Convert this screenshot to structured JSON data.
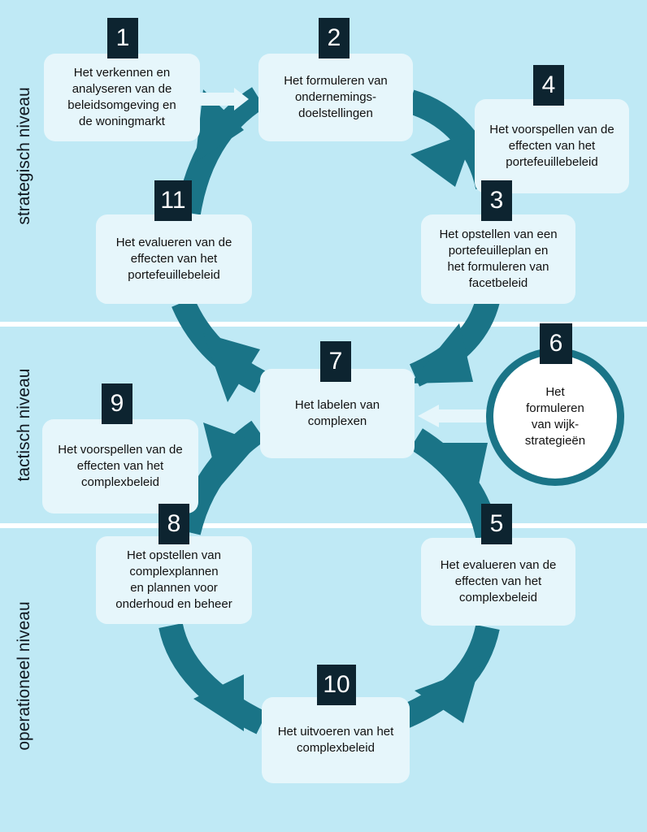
{
  "levels": [
    {
      "label": "strategisch niveau"
    },
    {
      "label": "tactisch niveau"
    },
    {
      "label": "operationeel niveau"
    }
  ],
  "steps": [
    {
      "number": "1",
      "text": "Het verkennen en\nanalyseren van de\nbeleidsomgeving  en\nde woningmarkt"
    },
    {
      "number": "2",
      "text": "Het formuleren van\nondernemings-\ndoelstellingen"
    },
    {
      "number": "3",
      "text": "Het opstellen van een\nportefeuilleplan en\nhet formuleren van\nfacetbeleid"
    },
    {
      "number": "4",
      "text": "Het voorspellen van de\neffecten van het\nportefeuillebeleid"
    },
    {
      "number": "5",
      "text": "Het evalueren van de\neffecten van het\ncomplexbeleid"
    },
    {
      "number": "6",
      "text": "Het\nformuleren\nvan wijk-\nstrategieën"
    },
    {
      "number": "7",
      "text": "Het labelen van\ncomplexen"
    },
    {
      "number": "8",
      "text": "Het opstellen van\ncomplexplannen\nen plannen voor\nonderhoud en beheer"
    },
    {
      "number": "9",
      "text": "Het voorspellen van de\neffecten van het\ncomplexbeleid"
    },
    {
      "number": "10",
      "text": "Het uitvoeren van het\ncomplexbeleid"
    },
    {
      "number": "11",
      "text": "Het evalueren van de\neffecten van het\nportefeuillebeleid"
    }
  ],
  "colors": {
    "band": "#bfe9f5",
    "arrow": "#1a7487",
    "box": "#e6f6fb",
    "badge": "#0d2430"
  }
}
